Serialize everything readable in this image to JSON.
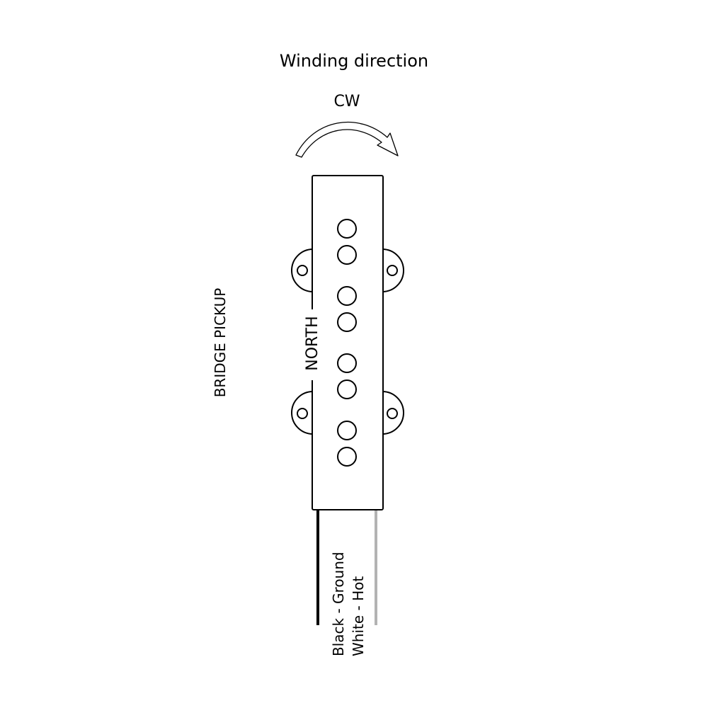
{
  "title": "Winding direction",
  "direction": "CW",
  "pickup_label": "BRIDGE PICKUP",
  "polarity_label": "NORTH",
  "wires": [
    {
      "label": "Black - Ground",
      "color": "#000000"
    },
    {
      "label": "White - Hot",
      "color": "#b3b3b3"
    }
  ],
  "pole_piece_count": 8,
  "colors": {
    "outline": "#000000",
    "polarity": "#e00000",
    "background": "#ffffff"
  }
}
